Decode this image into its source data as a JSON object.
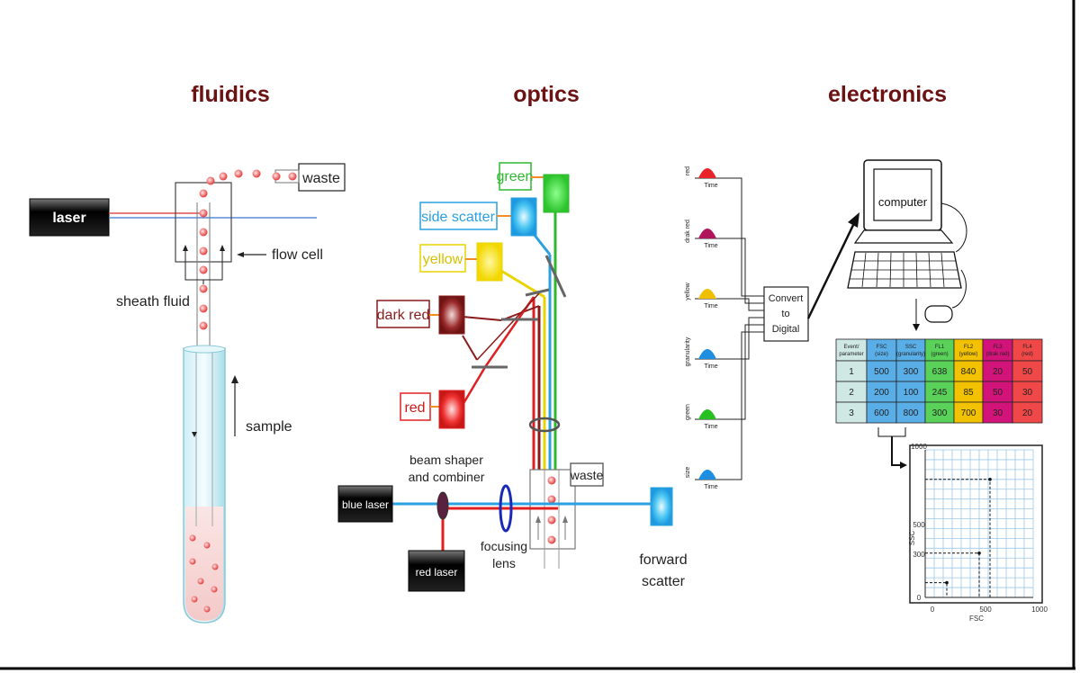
{
  "sections": {
    "fluidics": "fluidics",
    "optics": "optics",
    "electronics": "electronics"
  },
  "fluidics": {
    "laser": "laser",
    "waste": "waste",
    "flow_cell": "flow cell",
    "sheath_fluid": "sheath fluid",
    "sample": "sample"
  },
  "optics": {
    "green": "green",
    "side_scatter": "side scatter",
    "yellow": "yellow",
    "dark_red": "dark red",
    "red": "red",
    "beam_shaper_1": "beam shaper",
    "beam_shaper_2": "and combiner",
    "blue_laser": "blue laser",
    "red_laser": "red laser",
    "focusing_1": "focusing",
    "focusing_2": "lens",
    "waste": "waste",
    "forward_1": "forward",
    "forward_2": "scatter"
  },
  "electronics": {
    "channels": [
      {
        "label": "red",
        "color": "#e8242a",
        "time": "Time"
      },
      {
        "label": "drak red",
        "color": "#b0145a",
        "time": "Time"
      },
      {
        "label": "yellow",
        "color": "#f0c000",
        "time": "Time"
      },
      {
        "label": "granularity",
        "color": "#1e8fe0",
        "time": "Time"
      },
      {
        "label": "green",
        "color": "#28c020",
        "time": "Time"
      },
      {
        "label": "size",
        "color": "#1e8fe0",
        "time": "Time"
      }
    ],
    "convert_1": "Convert",
    "convert_2": "to",
    "convert_3": "Digital",
    "computer": "computer",
    "table": {
      "headers": [
        {
          "l1": "Event/",
          "l2": "parameter",
          "color": "#cfe8e4"
        },
        {
          "l1": "FSC",
          "l2": "(size)",
          "color": "#5aaee8"
        },
        {
          "l1": "SSC",
          "l2": "(granularity)",
          "color": "#5aaee8"
        },
        {
          "l1": "FL1",
          "l2": "(green)",
          "color": "#5ad25a"
        },
        {
          "l1": "FL2",
          "l2": "(yellow)",
          "color": "#f2c200"
        },
        {
          "l1": "FL3",
          "l2": "(drak red)",
          "color": "#d2147a"
        },
        {
          "l1": "FL4",
          "l2": "(red)",
          "color": "#f04848"
        }
      ],
      "rows": [
        [
          "1",
          "500",
          "300",
          "638",
          "840",
          "20",
          "50"
        ],
        [
          "2",
          "200",
          "100",
          "245",
          "85",
          "50",
          "30"
        ],
        [
          "3",
          "600",
          "800",
          "300",
          "700",
          "30",
          "20"
        ]
      ]
    },
    "plot": {
      "xlabel": "FSC",
      "ylabel": "SSC",
      "xmax": "1000",
      "x500": "500",
      "x0": "0",
      "ymax": "1000",
      "y500": "500",
      "y300": "300",
      "y0": "0"
    }
  },
  "chart_data": {
    "type": "scatter",
    "title": "",
    "xlabel": "FSC",
    "ylabel": "SSC",
    "xlim": [
      0,
      1000
    ],
    "ylim": [
      0,
      1000
    ],
    "x_ticks": [
      0,
      500,
      1000
    ],
    "y_ticks": [
      0,
      300,
      500,
      1000
    ],
    "grid": true,
    "points": [
      {
        "x": 500,
        "y": 300
      },
      {
        "x": 200,
        "y": 100
      },
      {
        "x": 600,
        "y": 800
      }
    ]
  },
  "colors": {
    "heading": "#6b1212",
    "laser_red": "#e02020",
    "laser_blue": "#2aa0e0",
    "green": "#2eb82e",
    "yellow": "#e8d400",
    "dark_red": "#8b1a1a"
  }
}
